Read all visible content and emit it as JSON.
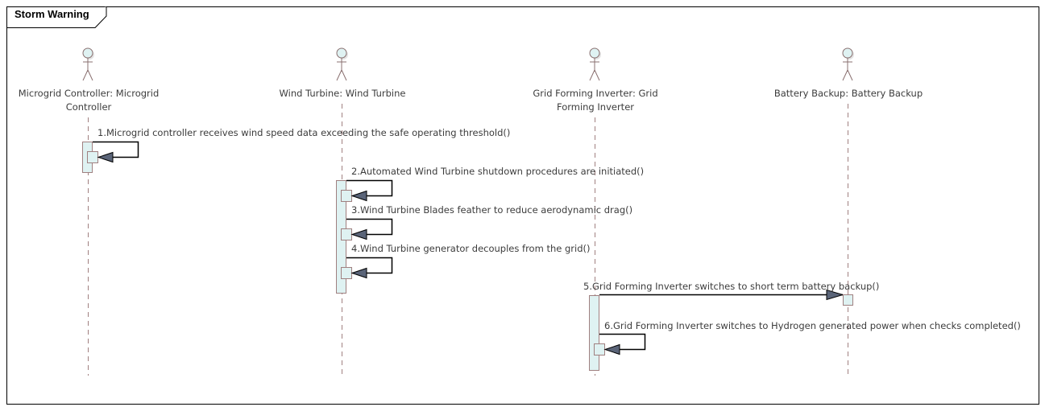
{
  "diagram": {
    "title": "Storm Warning",
    "colors": {
      "activation_fill": "#dff2f2",
      "activation_stroke": "#a08080",
      "lifeline": "#a08080",
      "arrowhead": "#5a6478",
      "actor_head": "#dff2f2"
    },
    "lifelines": [
      {
        "id": "mc",
        "label_lines": [
          "Microgrid Controller: Microgrid",
          "Controller"
        ]
      },
      {
        "id": "wt",
        "label_lines": [
          "Wind Turbine: Wind Turbine"
        ]
      },
      {
        "id": "gfi",
        "label_lines": [
          "Grid Forming Inverter: Grid",
          "Forming Inverter"
        ]
      },
      {
        "id": "bb",
        "label_lines": [
          "Battery Backup: Battery Backup"
        ]
      }
    ],
    "messages": [
      {
        "num": 1,
        "from": "mc",
        "to": "mc",
        "label": "1.Microgrid controller receives wind speed data exceeding the safe operating threshold()"
      },
      {
        "num": 2,
        "from": "wt",
        "to": "wt",
        "label": "2.Automated Wind Turbine shutdown procedures are initiated()"
      },
      {
        "num": 3,
        "from": "wt",
        "to": "wt",
        "label": "3.Wind Turbine Blades feather to reduce aerodynamic drag()"
      },
      {
        "num": 4,
        "from": "wt",
        "to": "wt",
        "label": "4.Wind Turbine generator decouples from the grid()"
      },
      {
        "num": 5,
        "from": "gfi",
        "to": "bb",
        "label": "5.Grid Forming Inverter switches to short term battery backup()"
      },
      {
        "num": 6,
        "from": "gfi",
        "to": "gfi",
        "label": "6.Grid Forming Inverter switches to Hydrogen generated power when checks completed()"
      }
    ]
  }
}
